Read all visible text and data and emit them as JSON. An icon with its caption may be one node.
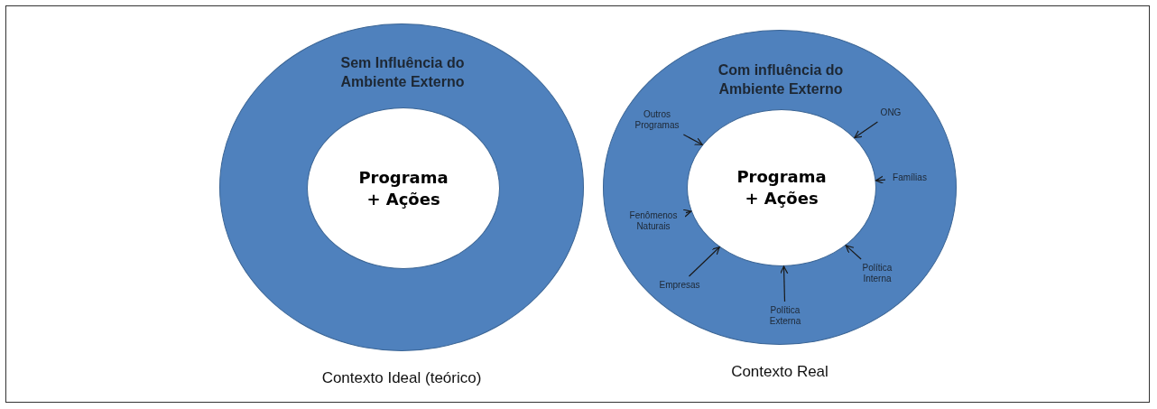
{
  "diagram": {
    "nodes": [
      {
        "text": [
          "Sem Influência do Ambiente Externo"
        ],
        "beside": [
          "Contexto Ideal (teórico)"
        ]
      },
      {
        "text": [
          "Programa + Ações"
        ],
        "in": 0
      },
      {
        "text": [
          "Com influência do Ambiente Externo"
        ],
        "beside": [
          "Contexto Real"
        ]
      },
      {
        "text": [
          "Programa + Ações"
        ],
        "in": 2
      },
      {
        "text": [
          "Outros Programas"
        ],
        "in": 2
      },
      {
        "text": [
          "ONG"
        ],
        "in": 2
      },
      {
        "text": [
          "Famílias"
        ],
        "in": 2
      },
      {
        "text": [
          "Fenômenos Naturais"
        ],
        "in": 2
      },
      {
        "text": [
          "Empresas"
        ],
        "in": 2
      },
      {
        "text": [
          "Política Interna"
        ],
        "in": 2
      },
      {
        "text": [
          "Política Externa"
        ],
        "in": 2
      }
    ],
    "edges": [
      {
        "from": 4,
        "to": 3,
        "arrow": "to"
      },
      {
        "from": 5,
        "to": 3,
        "arrow": "to"
      },
      {
        "from": 6,
        "to": 3,
        "arrow": "to"
      },
      {
        "from": 7,
        "to": 3,
        "arrow": "to"
      },
      {
        "from": 8,
        "to": 3,
        "arrow": "to"
      },
      {
        "from": 9,
        "to": 3,
        "arrow": "to"
      },
      {
        "from": 10,
        "to": 3,
        "arrow": "to"
      }
    ]
  }
}
